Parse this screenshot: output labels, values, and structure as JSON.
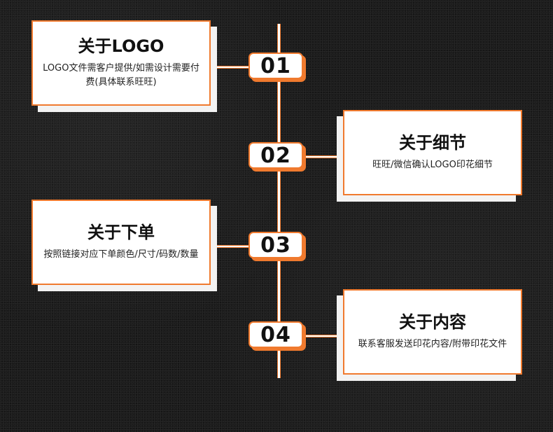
{
  "colors": {
    "accent": "#f07a2e",
    "background": "#1c1c1c",
    "card": "#ffffff",
    "text": "#111111"
  },
  "steps": [
    {
      "number": "01",
      "title": "关于LOGO",
      "description": "LOGO文件需客户提供/如需设计需要付费(具体联系旺旺)"
    },
    {
      "number": "02",
      "title": "关于细节",
      "description": "旺旺/微信确认LOGO印花细节"
    },
    {
      "number": "03",
      "title": "关于下单",
      "description": "按照链接对应下单颜色/尺寸/码数/数量"
    },
    {
      "number": "04",
      "title": "关于内容",
      "description": "联系客服发送印花内容/附带印花文件"
    }
  ]
}
